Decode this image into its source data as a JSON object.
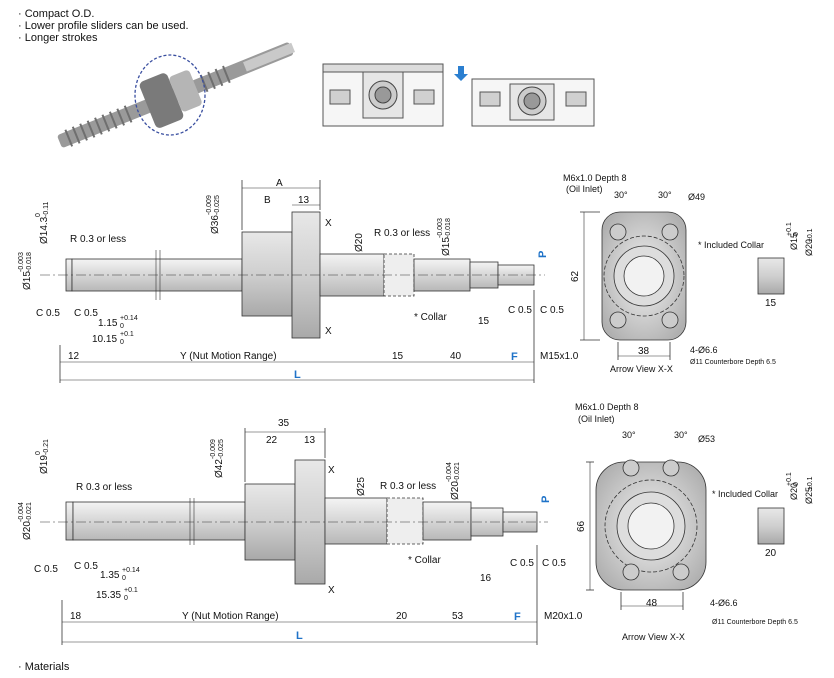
{
  "features": [
    "· Compact O.D.",
    "· Lower profile sliders can be used.",
    "· Longer strokes"
  ],
  "footer": "· Materials",
  "d15": {
    "A": "A",
    "B": "B",
    "w13": "13",
    "dia36": "Ø36",
    "tol36a": "-0.009",
    "tol36b": "-0.025",
    "dia20": "Ø20",
    "r03a": "R 0.3 or less",
    "r03b": "R 0.3 or less",
    "dia15b": "Ø15",
    "tol15ba": "-0.003",
    "tol15bb": "-0.018",
    "dia143": "Ø14.3",
    "tol143a": "0",
    "tol143b": "-0.11",
    "dia15a": "Ø15",
    "tol15aa": "-0.003",
    "tol15ab": "-0.018",
    "c05a": "C 0.5",
    "c05b": "C 0.5",
    "c05c": "C 0.5",
    "c05d": "C 0.5",
    "d115": "1.15",
    "d115a": "+0.14",
    "d115b": "0",
    "d1015": "10.15",
    "d1015a": "+0.1",
    "d1015b": "0",
    "d12": "12",
    "Y": "Y (Nut Motion Range)",
    "d15l": "15",
    "d40": "40",
    "F": "F",
    "m": "M15x1.0",
    "L": "L",
    "collar": "* Collar",
    "w15": "15",
    "P": "P",
    "X1": "X",
    "X2": "X"
  },
  "d20": {
    "w35": "35",
    "w22": "22",
    "w13": "13",
    "dia42": "Ø42",
    "tol42a": "-0.009",
    "tol42b": "-0.025",
    "dia25": "Ø25",
    "r03a": "R 0.3 or less",
    "r03b": "R 0.3 or less",
    "dia20b": "Ø20",
    "tol20ba": "-0.004",
    "tol20bb": "-0.021",
    "dia19": "Ø19",
    "tol19a": "0",
    "tol19b": "-0.21",
    "dia20a": "Ø20",
    "tol20aa": "-0.004",
    "tol20ab": "-0.021",
    "c05a": "C 0.5",
    "c05b": "C 0.5",
    "c05c": "C 0.5",
    "c05d": "C 0.5",
    "d135": "1.35",
    "d135a": "+0.14",
    "d135b": "0",
    "d1535": "15.35",
    "d1535a": "+0.1",
    "d1535b": "0",
    "d18": "18",
    "Y": "Y (Nut Motion Range)",
    "d20l": "20",
    "d53": "53",
    "F": "F",
    "m": "M20x1.0",
    "L": "L",
    "collar": "* Collar",
    "w16": "16",
    "P": "P",
    "X1": "X",
    "X2": "X"
  },
  "v1": {
    "oil1": "M6x1.0 Depth 8",
    "oil2": "(Oil Inlet)",
    "a1": "30°",
    "a2": "30°",
    "pcd": "Ø49",
    "h": "62",
    "w": "38",
    "holes": "4-Ø6.6",
    "cb": "Ø11 Counterbore Depth 6.5",
    "title": "Arrow View X-X",
    "inc": "* Included Collar",
    "cd1": "Ø15",
    "cd1a": "+0.1",
    "cd1b": "0",
    "cd2": "Ø20",
    "cd2t": "±0.1",
    "cw": "15"
  },
  "v2": {
    "oil1": "M6x1.0 Depth 8",
    "oil2": "(Oil Inlet)",
    "a1": "30°",
    "a2": "30°",
    "pcd": "Ø53",
    "h": "66",
    "w": "48",
    "holes": "4-Ø6.6",
    "cb": "Ø11 Counterbore Depth 6.5",
    "title": "Arrow View X-X",
    "inc": "* Included Collar",
    "cd1": "Ø20",
    "cd1a": "+0.1",
    "cd1b": "0",
    "cd2": "Ø25",
    "cd2t": "±0.1",
    "cw": "20"
  }
}
